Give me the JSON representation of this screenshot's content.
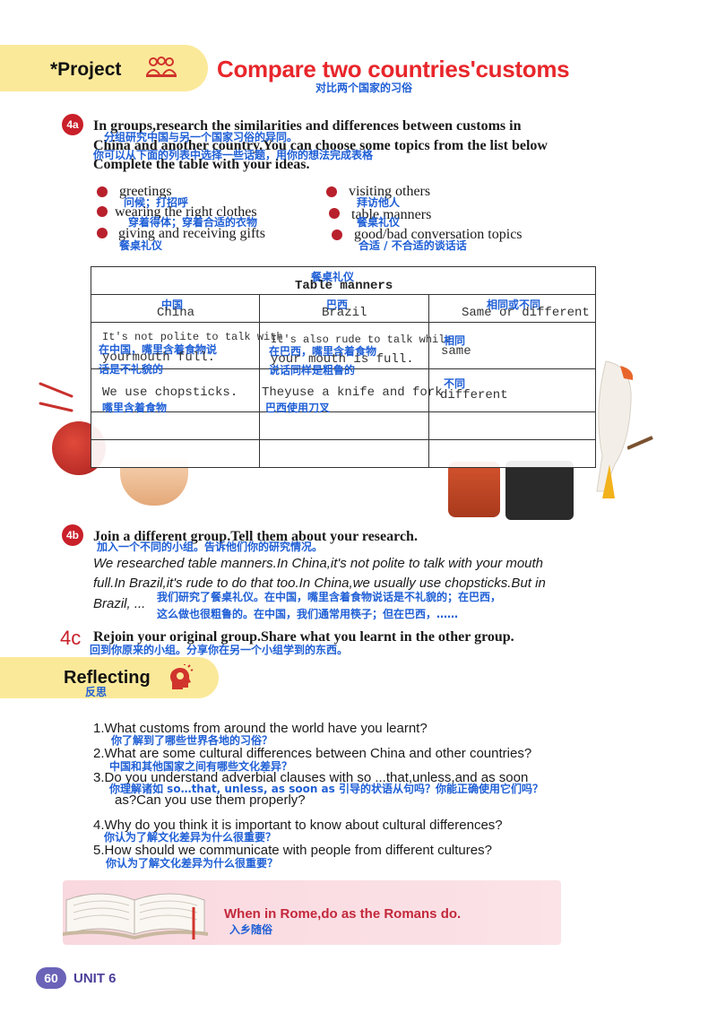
{
  "header": {
    "project_label": "*Project",
    "title": "Compare two countries'customs",
    "title_cn": "对比两个国家的习俗"
  },
  "step_4a": {
    "badge": "4a",
    "line1": "In groups,research the similarities and differences between customs in",
    "line2": "China and another country.You can choose some topics from the list below",
    "line3": "Complete the table with your ideas.",
    "cn1": "分组研究中国与另一个国家习俗的异同。",
    "cn2": "你可以从下面的列表中选择一些话题，用你的想法完成表格"
  },
  "topics": [
    {
      "en": "greetings",
      "cn": "问候；打招呼"
    },
    {
      "en": "visiting   others",
      "cn": "拜访他人"
    },
    {
      "en": "wearing the right clothes",
      "cn": "穿着得体；穿着合适的衣物"
    },
    {
      "en": "table manners",
      "cn": "餐桌礼仪"
    },
    {
      "en": "giving and receiving gifts",
      "cn": "餐桌礼仪"
    },
    {
      "en": "good/bad    conversation    topics",
      "cn": "合适 / 不合适的谈话话"
    }
  ],
  "table": {
    "title": "Table manners",
    "title_cn": "餐桌礼仪",
    "headers": [
      {
        "en": "China",
        "cn": "中国"
      },
      {
        "en": "Brazil",
        "cn": "巴西"
      },
      {
        "en": "Same  or different",
        "cn": "相同或不同"
      }
    ],
    "row1": {
      "china_a": "It's not polite to talk with",
      "china_b": "yourmouth   full.",
      "china_cn_a": "在中国，嘴里含着食物说",
      "china_cn_b": "话是不礼貌的",
      "brazil_a": "It's also rude to talk while",
      "brazil_b": "your  mouth  is  full.",
      "brazil_cn_a": "在巴西，嘴里含着食物",
      "brazil_cn_b": "说话同样是粗鲁的",
      "same_cn": "相同",
      "same": "same"
    },
    "row2": {
      "china": "We  use  chopsticks.",
      "china_cn": "嘴里含着食物",
      "brazil": "Theyuse a knife and fork",
      "brazil_cn": "巴西使用刀叉",
      "diff_cn": "不同",
      "diff": "different"
    }
  },
  "step_4b": {
    "badge": "4b",
    "instruction": "Join a different group.Tell them about your research.",
    "instruction_cn": "加入一个不同的小组。告诉他们你的研究情况。",
    "sample1": "We  researched  table  manners.In  China,it's  not  polite  to  talk  with  your mouth",
    "sample2": "full.In  Brazil,it's  rude  to  do  that  too.In  China,we  usually  use  chopsticks.But  in",
    "sample3": "Brazil, ...",
    "sample_cn1": "我们研究了餐桌礼仪。在中国，嘴里含着食物说话是不礼貌的；在巴西，",
    "sample_cn2": "这么做也很粗鲁的。在中国，我们通常用筷子；但在巴西，……"
  },
  "step_4c": {
    "badge": "4c",
    "instruction": "Rejoin your original group.Share what you learnt in the other group.",
    "instruction_cn": "回到你原来的小组。分享你在另一个小组学到的东西。"
  },
  "reflecting": {
    "label": "Reflecting",
    "label_cn": "反思",
    "questions": [
      {
        "en": "1.What  customs  from  around  the  world  have  you  learnt?",
        "cn": "你了解到了哪些世界各地的习俗？"
      },
      {
        "en": "2.What  are  some  cultural  differences  between  China  and  other  countries?",
        "cn": "中国和其他国家之间有哪些文化差异？"
      },
      {
        "en": "3.Do   you   understand  adverbial  clauses  with  so  ...that,unless,and  as  soon",
        "en2": "as?Can  you  use  them  properly?",
        "cn": "你理解诸如 so…that, unless, as soon as 引导的状语从句吗？你能正确使用它们吗？"
      },
      {
        "en": "4.Why  do  you  think  it  is  important  to  know  about  cultural  differences?",
        "cn": "你认为了解文化差异为什么很重要？"
      },
      {
        "en": "5.How  should  we  communicate  with  people  from  different  cultures?",
        "cn": "你认为了解文化差异为什么很重要？"
      }
    ]
  },
  "proverb": {
    "en": "When in Rome,do as the Romans do.",
    "cn": "入乡随俗"
  },
  "footer": {
    "page": "60",
    "unit": "UNIT 6"
  },
  "colors": {
    "tab_yellow": "#fbe99a",
    "title_red": "#e8262b",
    "annotation_blue": "#1f5fd6",
    "bullet_red": "#b8202c",
    "unit_purple": "#4b3f9a"
  }
}
